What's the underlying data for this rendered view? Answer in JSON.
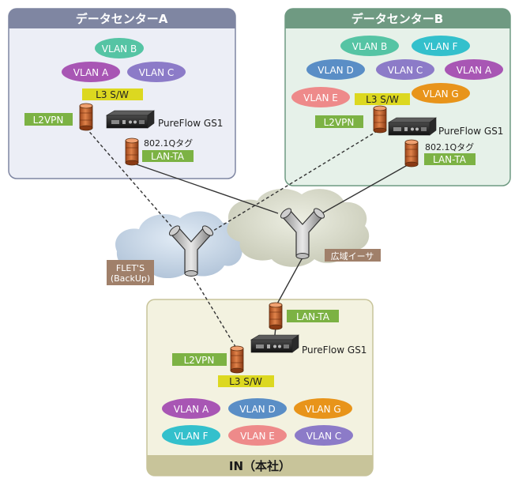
{
  "datacenter_a": {
    "title": "データセンターA",
    "vlans": [
      {
        "label": "VLAN B",
        "color": "#55c4a4"
      },
      {
        "label": "VLAN A",
        "color": "#a856b4"
      },
      {
        "label": "VLAN C",
        "color": "#8c7bc8"
      }
    ],
    "l3_switch": "L3 S/W",
    "l2vpn": "L2VPN",
    "device": "PureFlow GS1",
    "tag": "802.1Qタグ",
    "lanta": "LAN-TA"
  },
  "datacenter_b": {
    "title": "データセンターB",
    "vlans": [
      {
        "label": "VLAN B",
        "color": "#55c4a4"
      },
      {
        "label": "VLAN F",
        "color": "#33c0cc"
      },
      {
        "label": "VLAN D",
        "color": "#5a8ec6"
      },
      {
        "label": "VLAN C",
        "color": "#8c7bc8"
      },
      {
        "label": "VLAN A",
        "color": "#a856b4"
      },
      {
        "label": "VLAN E",
        "color": "#ee8a8a"
      },
      {
        "label": "VLAN G",
        "color": "#e8941a"
      }
    ],
    "l3_switch": "L3 S/W",
    "l2vpn": "L2VPN",
    "device": "PureFlow GS1",
    "tag": "802.1Qタグ",
    "lanta": "LAN-TA"
  },
  "network": {
    "flets_label": "FLET'S\n(BackUp)",
    "flets_line1": "FLET'S",
    "flets_line2": "(BackUp)",
    "wan_label": "広域イーサ"
  },
  "headquarters": {
    "title": "IN（本社）",
    "lanta": "LAN-TA",
    "device": "PureFlow GS1",
    "l2vpn": "L2VPN",
    "l3_switch": "L3 S/W",
    "vlans": [
      {
        "label": "VLAN A",
        "color": "#a856b4"
      },
      {
        "label": "VLAN D",
        "color": "#5a8ec6"
      },
      {
        "label": "VLAN G",
        "color": "#e8941a"
      },
      {
        "label": "VLAN F",
        "color": "#33c0cc"
      },
      {
        "label": "VLAN E",
        "color": "#ee8a8a"
      },
      {
        "label": "VLAN C",
        "color": "#8c7bc8"
      }
    ]
  },
  "colors": {
    "green_label": "#7cb244",
    "yellow_label": "#dcd820",
    "brown_label": "#a0806a",
    "dc_a_bg": "#eceef6",
    "dc_a_header": "#7f86a2",
    "dc_b_bg": "#e6f1e9",
    "dc_b_header": "#6f9a82",
    "hq_bg": "#f3f2e0",
    "hq_header": "#c8c49a"
  }
}
